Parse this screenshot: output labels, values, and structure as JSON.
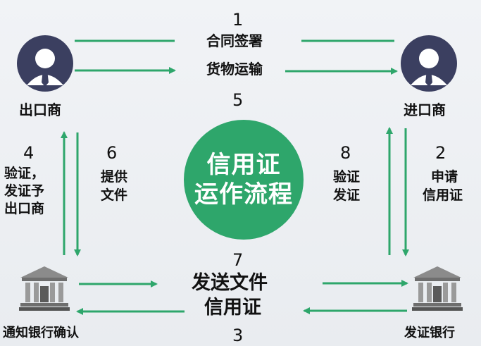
{
  "parties": {
    "exporter": "出口商",
    "importer": "进口商",
    "advising_bank": "通知银行确认",
    "issuing_bank": "发证银行"
  },
  "center": {
    "line1": "信用证",
    "line2": "运作流程"
  },
  "steps": {
    "s1": {
      "num": "1",
      "line1": "合同签署",
      "line2": "货物运输"
    },
    "s2": {
      "num": "2",
      "line1": "申请",
      "line2": "信用证"
    },
    "s3": {
      "num": "3"
    },
    "s4": {
      "num": "4",
      "line1": "验证，",
      "line2": "发证予",
      "line3": "出口商"
    },
    "s5": {
      "num": "5"
    },
    "s6": {
      "num": "6",
      "line1": "提供",
      "line2": "文件"
    },
    "s7": {
      "num": "7",
      "line1": "发送文件",
      "line2": "信用证"
    },
    "s8": {
      "num": "8",
      "line1": "验证",
      "line2": "发证"
    }
  },
  "icons": {
    "exporter": "person-avatar-icon",
    "importer": "person-avatar-icon",
    "advising_bank": "bank-building-icon",
    "issuing_bank": "bank-building-icon"
  },
  "colors": {
    "accent": "#2ea66b",
    "avatar": "#3b3f60",
    "text": "#111111"
  }
}
